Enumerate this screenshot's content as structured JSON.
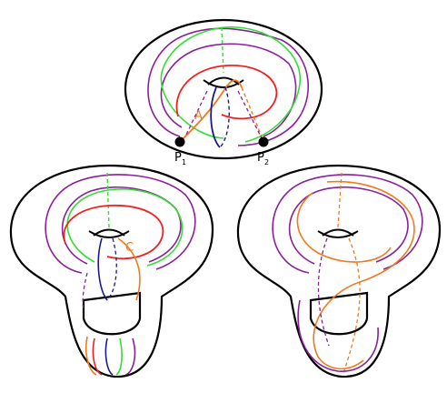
{
  "colors": {
    "outline": "#000000",
    "red": "#ee2222",
    "green": "#33dd33",
    "purple": "#8a1f9a",
    "orange": "#f07a1a",
    "navy": "#1a1a8c"
  },
  "labels": {
    "curve_a": "A",
    "curve_c": "C",
    "point_1_letter": "P",
    "point_1_sub": "1",
    "point_2_letter": "P",
    "point_2_sub": "2"
  },
  "panels": [
    {
      "name": "torus-with-two-points"
    },
    {
      "name": "genus-two-surface-red-green-purple"
    },
    {
      "name": "genus-two-surface-orange-purple"
    }
  ]
}
